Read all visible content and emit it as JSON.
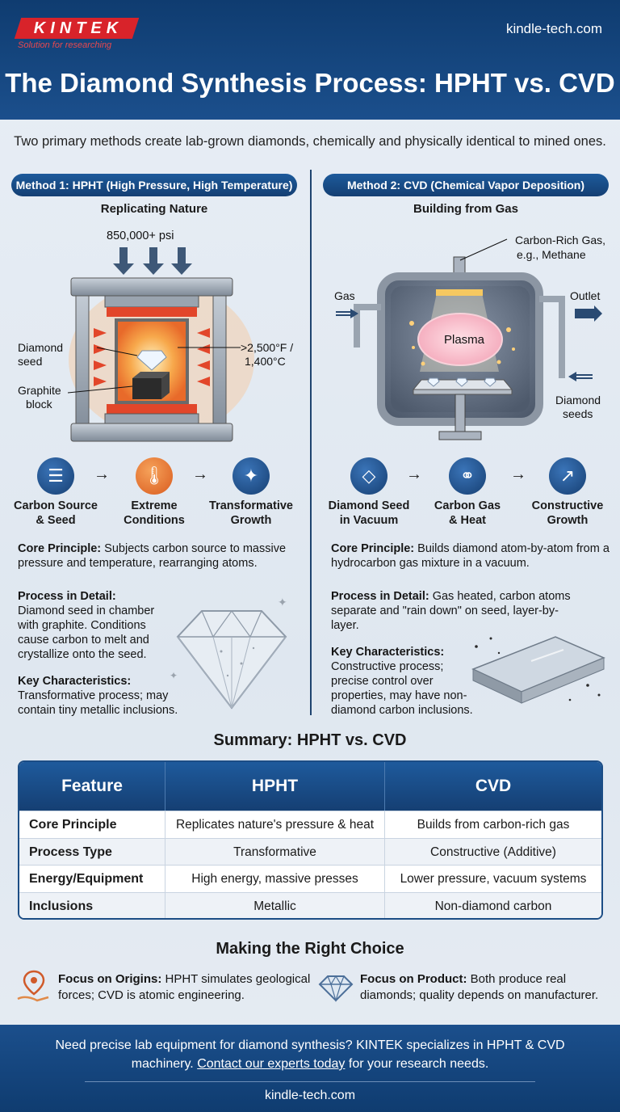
{
  "header": {
    "logo": "KINTEK",
    "tagline": "Solution for researching",
    "site": "kindle-tech.com",
    "title": "The Diamond Synthesis Process: HPHT vs. CVD"
  },
  "intro": "Two primary methods create lab-grown diamonds, chemically and physically identical to mined ones.",
  "hpht": {
    "pill": "Method 1: HPHT (High Pressure, High Temperature)",
    "subtitle": "Replicating Nature",
    "pressure": "850,000+ psi",
    "seed_label_1": "Diamond",
    "seed_label_2": "seed",
    "block_label_1": "Graphite",
    "block_label_2": "block",
    "temp_label_1": ">2,500°F /",
    "temp_label_2": "1,400°C",
    "steps": [
      {
        "l1": "Carbon Source",
        "l2": "& Seed"
      },
      {
        "l1": "Extreme",
        "l2": "Conditions"
      },
      {
        "l1": "Transformative",
        "l2": "Growth"
      }
    ],
    "core_title": "Core Principle:",
    "core_text": "Subjects carbon source to massive pressure and temperature, rearranging atoms.",
    "detail_title": "Process in Detail:",
    "detail_text": "Diamond seed in chamber with graphite. Conditions cause carbon to melt and crystallize onto the seed.",
    "key_title": "Key Characteristics:",
    "key_text": "Transformative process; may contain tiny metallic inclusions."
  },
  "cvd": {
    "pill": "Method 2: CVD (Chemical Vapor Deposition)",
    "subtitle": "Building from Gas",
    "gas_source_1": "Carbon-Rich Gas,",
    "gas_source_2": "e.g., Methane",
    "gas_in": "Gas",
    "outlet": "Outlet",
    "plasma": "Plasma",
    "seeds_1": "Diamond",
    "seeds_2": "seeds",
    "steps": [
      {
        "l1": "Diamond Seed",
        "l2": "in Vacuum"
      },
      {
        "l1": "Carbon Gas",
        "l2": "& Heat"
      },
      {
        "l1": "Constructive",
        "l2": "Growth"
      }
    ],
    "core_title": "Core Principle:",
    "core_text": "Builds diamond atom-by-atom from a hydrocarbon gas mixture in a vacuum.",
    "detail_title": "Process in Detail:",
    "detail_text": "Gas heated, carbon atoms separate and \"rain down\" on seed, layer-by-layer.",
    "key_title": "Key Characteristics:",
    "key_text": "Constructive process; precise control over properties, may have non-diamond carbon inclusions."
  },
  "summary": {
    "title": "Summary: HPHT vs. CVD",
    "headers": [
      "Feature",
      "HPHT",
      "CVD"
    ],
    "rows": [
      [
        "Core Principle",
        "Replicates nature's pressure & heat",
        "Builds from carbon-rich gas"
      ],
      [
        "Process Type",
        "Transformative",
        "Constructive (Additive)"
      ],
      [
        "Energy/Equipment",
        "High energy, massive presses",
        "Lower pressure, vacuum systems"
      ],
      [
        "Inclusions",
        "Metallic",
        "Non-diamond carbon"
      ]
    ]
  },
  "choice": {
    "title": "Making the Right Choice",
    "origins_title": "Focus on Origins:",
    "origins_text": "HPHT simulates geological forces; CVD is atomic engineering.",
    "product_title": "Focus on Product:",
    "product_text": "Both produce real diamonds; quality depends on manufacturer."
  },
  "footer": {
    "msg_a": "Need precise lab equipment for diamond synthesis? KINTEK specializes in HPHT & CVD machinery.",
    "link": "Contact our experts today",
    "msg_b": "for your research needs.",
    "site": "kindle-tech.com"
  },
  "icons": {
    "hpht_steps": [
      "layers-icon",
      "thermometer-icon",
      "sparkle-icon"
    ],
    "cvd_steps": [
      "diamond-icon",
      "molecule-icon",
      "growth-chart-icon"
    ],
    "choice": [
      "location-hand-icon",
      "diamond-outline-icon"
    ]
  },
  "colors": {
    "brand_blue": "#153f73",
    "brand_red": "#d8232a",
    "heat_orange": "#f08a2a"
  }
}
